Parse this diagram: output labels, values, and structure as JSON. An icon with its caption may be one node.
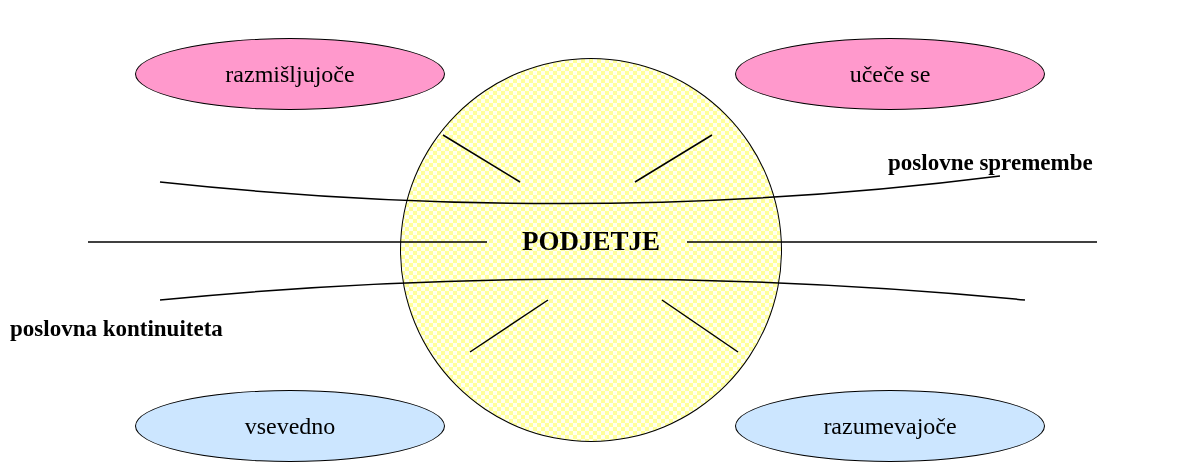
{
  "diagram": {
    "nodes": [
      {
        "text": [
          "razmišljujoče"
        ]
      },
      {
        "text": [
          "učeče se"
        ]
      },
      {
        "text": [
          "PODJETJE"
        ]
      },
      {
        "text": [
          "vsevedno"
        ]
      },
      {
        "text": [
          "razumevajoče"
        ]
      }
    ],
    "labels": [
      "poslovne spremembe",
      "poslovna kontinuiteta"
    ]
  }
}
